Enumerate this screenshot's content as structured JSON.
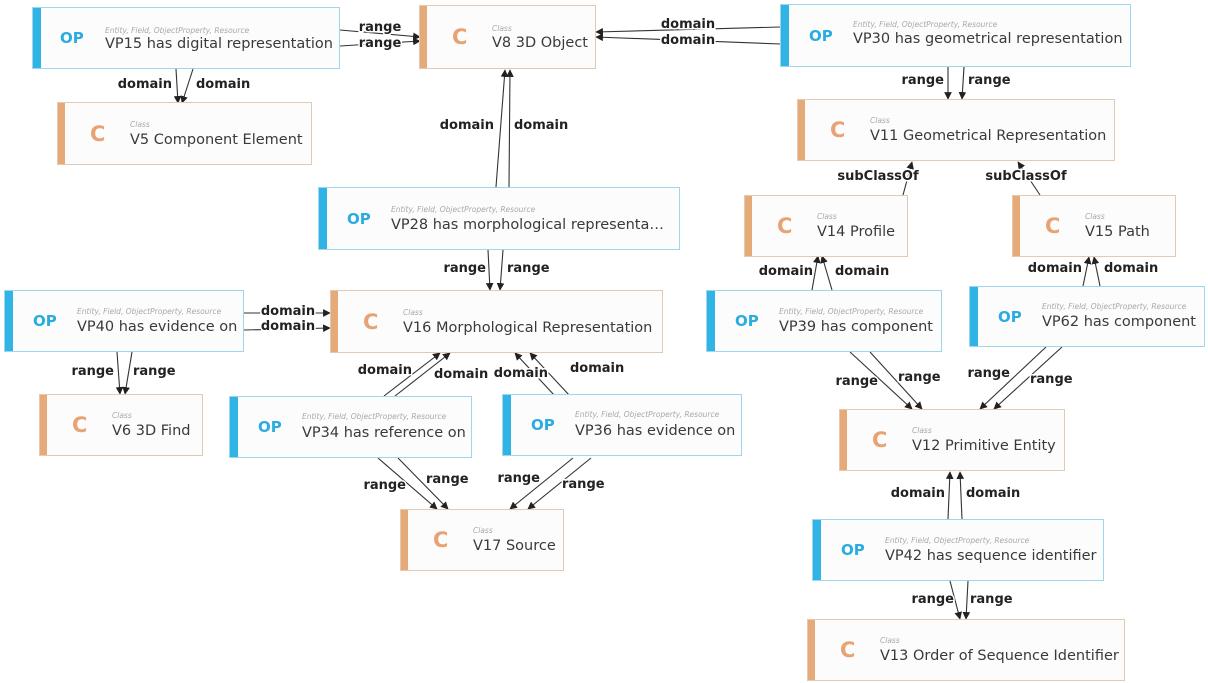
{
  "legend": {
    "class_letter": "C",
    "op_letter": "OP"
  },
  "nodes": {
    "vp15": {
      "kind": "Entity, Field, ObjectProperty, Resource",
      "title": "VP15 has digital representation"
    },
    "v8": {
      "kind": "Class",
      "title": "V8 3D Object"
    },
    "vp30": {
      "kind": "Entity, Field, ObjectProperty, Resource",
      "title": "VP30 has geometrical representation"
    },
    "v5": {
      "kind": "Class",
      "title": "V5 Component Element"
    },
    "v11": {
      "kind": "Class",
      "title": "V11 Geometrical Representation"
    },
    "v14": {
      "kind": "Class",
      "title": "V14 Profile"
    },
    "v15": {
      "kind": "Class",
      "title": "V15 Path"
    },
    "vp28": {
      "kind": "Entity, Field, ObjectProperty, Resource",
      "title": "VP28 has morphological representa…"
    },
    "vp40": {
      "kind": "Entity, Field, ObjectProperty, Resource",
      "title": "VP40 has evidence on"
    },
    "v16": {
      "kind": "Class",
      "title": "V16 Morphological Representation"
    },
    "vp39": {
      "kind": "Entity, Field, ObjectProperty, Resource",
      "title": "VP39 has component"
    },
    "vp62": {
      "kind": "Entity, Field, ObjectProperty, Resource",
      "title": "VP62 has component"
    },
    "v6": {
      "kind": "Class",
      "title": "V6 3D Find"
    },
    "vp34": {
      "kind": "Entity, Field, ObjectProperty, Resource",
      "title": "VP34 has reference on"
    },
    "vp36": {
      "kind": "Entity, Field, ObjectProperty, Resource",
      "title": "VP36 has evidence on"
    },
    "v12": {
      "kind": "Class",
      "title": "V12 Primitive Entity"
    },
    "v17": {
      "kind": "Class",
      "title": "V17 Source"
    },
    "vp42": {
      "kind": "Entity, Field, ObjectProperty, Resource",
      "title": "VP42 has sequence identifier"
    },
    "v13": {
      "kind": "Class",
      "title": "V13 Order of Sequence Identifier"
    }
  },
  "edges": [
    {
      "from": "vp15",
      "to": "v8",
      "label": "range"
    },
    {
      "from": "vp15",
      "to": "v8",
      "label": "range"
    },
    {
      "from": "vp30",
      "to": "v8",
      "label": "domain"
    },
    {
      "from": "vp30",
      "to": "v8",
      "label": "domain"
    },
    {
      "from": "vp15",
      "to": "v5",
      "label": "domain"
    },
    {
      "from": "vp15",
      "to": "v5",
      "label": "domain"
    },
    {
      "from": "vp28",
      "to": "v8",
      "label": "domain"
    },
    {
      "from": "vp28",
      "to": "v8",
      "label": "domain"
    },
    {
      "from": "vp30",
      "to": "v11",
      "label": "range"
    },
    {
      "from": "vp30",
      "to": "v11",
      "label": "range"
    },
    {
      "from": "v14",
      "to": "v11",
      "label": "subClassOf"
    },
    {
      "from": "v15",
      "to": "v11",
      "label": "subClassOf"
    },
    {
      "from": "vp28",
      "to": "v16",
      "label": "range"
    },
    {
      "from": "vp28",
      "to": "v16",
      "label": "range"
    },
    {
      "from": "vp40",
      "to": "v16",
      "label": "domain"
    },
    {
      "from": "vp40",
      "to": "v16",
      "label": "domain"
    },
    {
      "from": "vp40",
      "to": "v6",
      "label": "range"
    },
    {
      "from": "vp40",
      "to": "v6",
      "label": "range"
    },
    {
      "from": "vp39",
      "to": "v14",
      "label": "domain"
    },
    {
      "from": "vp39",
      "to": "v14",
      "label": "domain"
    },
    {
      "from": "vp62",
      "to": "v15",
      "label": "domain"
    },
    {
      "from": "vp62",
      "to": "v15",
      "label": "domain"
    },
    {
      "from": "vp34",
      "to": "v16",
      "label": "domain"
    },
    {
      "from": "vp34",
      "to": "v16",
      "label": "domain"
    },
    {
      "from": "vp36",
      "to": "v16",
      "label": "domain"
    },
    {
      "from": "vp36",
      "to": "v16",
      "label": "domain"
    },
    {
      "from": "vp39",
      "to": "v12",
      "label": "range"
    },
    {
      "from": "vp39",
      "to": "v12",
      "label": "range"
    },
    {
      "from": "vp62",
      "to": "v12",
      "label": "range"
    },
    {
      "from": "vp62",
      "to": "v12",
      "label": "range"
    },
    {
      "from": "vp34",
      "to": "v17",
      "label": "range"
    },
    {
      "from": "vp34",
      "to": "v17",
      "label": "range"
    },
    {
      "from": "vp36",
      "to": "v17",
      "label": "range"
    },
    {
      "from": "vp36",
      "to": "v17",
      "label": "range"
    },
    {
      "from": "vp42",
      "to": "v12",
      "label": "domain"
    },
    {
      "from": "vp42",
      "to": "v12",
      "label": "domain"
    },
    {
      "from": "vp42",
      "to": "v13",
      "label": "range"
    },
    {
      "from": "vp42",
      "to": "v13",
      "label": "range"
    }
  ]
}
